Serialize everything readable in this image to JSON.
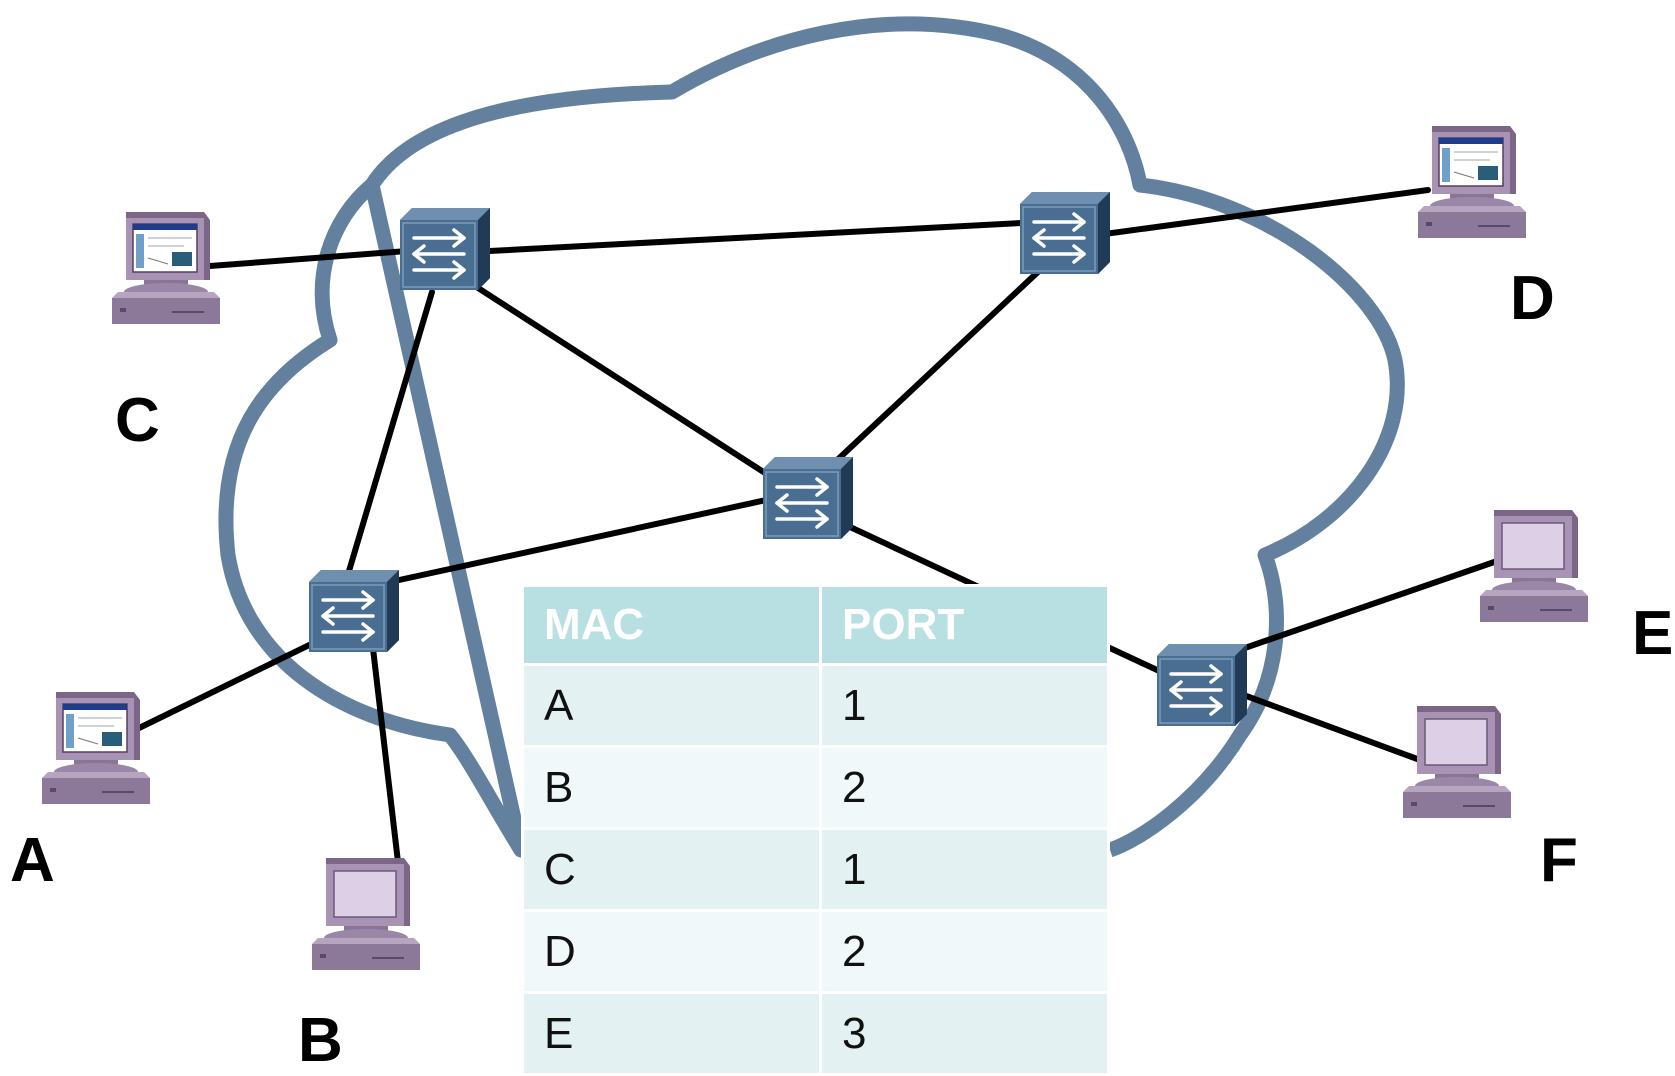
{
  "hosts": {
    "a": {
      "label": "A",
      "icon": "desktop-computer-icon"
    },
    "b": {
      "label": "B",
      "icon": "desktop-computer-icon"
    },
    "c": {
      "label": "C",
      "icon": "desktop-computer-icon"
    },
    "d": {
      "label": "D",
      "icon": "desktop-computer-icon"
    },
    "e": {
      "label": "E",
      "icon": "desktop-computer-icon"
    },
    "f": {
      "label": "F",
      "icon": "desktop-computer-icon"
    }
  },
  "switch_icon": "network-switch-icon",
  "mac_table": {
    "headers": {
      "mac": "MAC",
      "port": "PORT"
    },
    "rows": [
      {
        "mac": "A",
        "port": "1"
      },
      {
        "mac": "B",
        "port": "2"
      },
      {
        "mac": "C",
        "port": "1"
      },
      {
        "mac": "D",
        "port": "2"
      },
      {
        "mac": "E",
        "port": "3"
      }
    ]
  },
  "colors": {
    "cloud_outline": "#5b7a99",
    "switch_body": "#3f6184",
    "computer_body": "#9a86a6",
    "table_header": "#b8dfe1",
    "link": "#000000"
  }
}
